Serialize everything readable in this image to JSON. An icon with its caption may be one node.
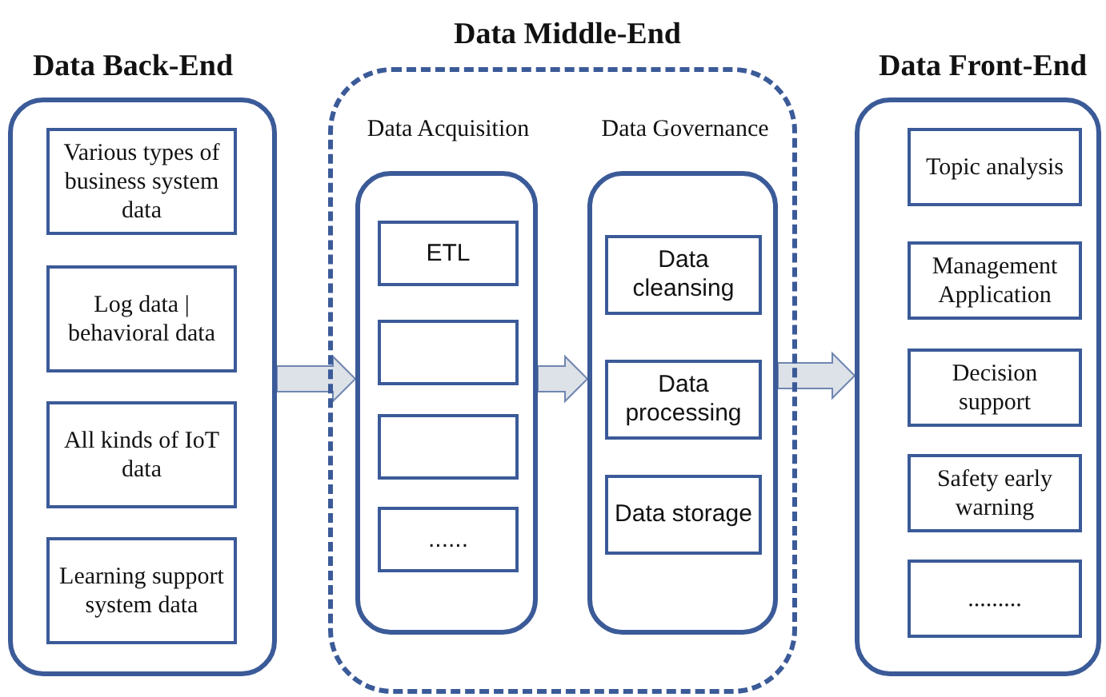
{
  "diagram": {
    "nodes": [
      {
        "text": [
          "Data Back-End"
        ]
      },
      {
        "text": [
          "Various types of business system data"
        ],
        "in": 0
      },
      {
        "text": [
          "Log data | behavioral data"
        ],
        "in": 0
      },
      {
        "text": [
          "All kinds of IoT data"
        ],
        "in": 0
      },
      {
        "text": [
          "Learning support system data"
        ],
        "in": 0
      },
      {
        "text": [
          "Data Middle-End"
        ]
      },
      {
        "text": [
          "Data Acquisition"
        ],
        "in": 5
      },
      {
        "text": [
          "ETL"
        ],
        "in": 6
      },
      {
        "text": [],
        "shape": "box",
        "in": 6
      },
      {
        "text": [],
        "shape": "box",
        "in": 6
      },
      {
        "text": [
          "......"
        ],
        "in": 6
      },
      {
        "text": [
          "Data Governance"
        ],
        "in": 5
      },
      {
        "text": [
          "Data cleansing"
        ],
        "in": 11
      },
      {
        "text": [
          "Data processing"
        ],
        "in": 11
      },
      {
        "text": [
          "Data storage"
        ],
        "in": 11
      },
      {
        "text": [
          "Data Front-End"
        ]
      },
      {
        "text": [
          "Topic analysis"
        ],
        "in": 15
      },
      {
        "text": [
          "Management Application"
        ],
        "in": 15
      },
      {
        "text": [
          "Decision support"
        ],
        "in": 15
      },
      {
        "text": [
          "Safety early warning"
        ],
        "in": 15
      },
      {
        "text": [
          "........."
        ],
        "in": 15
      }
    ],
    "edges": [
      {
        "from": 0,
        "to": 6,
        "arrow": "to",
        "style": "thick"
      },
      {
        "from": 6,
        "to": 11,
        "arrow": "to",
        "style": "thick"
      },
      {
        "from": 11,
        "to": 15,
        "arrow": "to",
        "style": "thick"
      }
    ]
  }
}
